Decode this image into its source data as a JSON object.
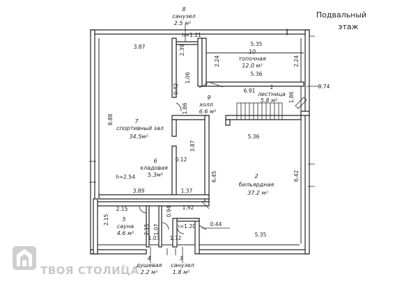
{
  "title": {
    "line1": "Подвальный",
    "line2": "этаж"
  },
  "rooms": [
    {
      "id": "sanuzel-top",
      "num": "8",
      "name": "санузел",
      "area": "2.5 м²"
    },
    {
      "id": "topochnaya",
      "num": "10",
      "name": "топочная",
      "area": "12.0 м²"
    },
    {
      "id": "lestnica",
      "num": "1",
      "name": "лестница",
      "area": "5.8 м²"
    },
    {
      "id": "holl",
      "num": "9",
      "name": "холл",
      "area": "6.6 м²"
    },
    {
      "id": "sportzal",
      "num": "7",
      "name": "спортивный зал",
      "area": "34.5м²"
    },
    {
      "id": "kladovaya",
      "num": "6",
      "name": "кладовая",
      "area": "5.3м²"
    },
    {
      "id": "bilyardnaya",
      "num": "2",
      "name": "бильярдная",
      "area": "37.2 м²"
    },
    {
      "id": "sauna",
      "num": "5",
      "name": "сауна",
      "area": "4.6 м²"
    },
    {
      "id": "dushevaya",
      "num": "4",
      "name": "душевая",
      "area": "2.2 м²"
    },
    {
      "id": "sanuzel-bottom",
      "num": "3",
      "name": "санузел",
      "area": "1.8 м²"
    }
  ],
  "dimensions": {
    "h_top": "h=1.21",
    "d_387": "3.87",
    "d_239": "2.39",
    "d_106": "1.06",
    "d_042": "0.42",
    "d_535_top": "5.35",
    "d_224_left": "2.24",
    "d_224_right": "2.24",
    "d_536_top": "5.36",
    "d_691": "6.91",
    "d_186_right": "1.86",
    "d_074": "0.74",
    "d_186_left": "1.86",
    "d_888": "8.88",
    "d_536_mid": "5.36",
    "d_387_vert": "3.87",
    "d_012": "0.12",
    "d_645": "6.45",
    "d_642": "6.42",
    "h_254": "h=2.54",
    "d_389": "3.89",
    "d_137": "1.37",
    "d_215_top": "2.15",
    "d_094": "0.94",
    "d_192": "1.92",
    "d_215_left": "2.15",
    "d_107": "1.07",
    "d_215_inner": "2.15",
    "h_120": "h=1.20",
    "d_044": "0.44",
    "d_103": "1.03",
    "d_172": "1.72",
    "d_535_bottom": "5.35"
  },
  "watermark": {
    "text": "ТВОЯ СТОЛИЦА",
    "mark": "®"
  }
}
